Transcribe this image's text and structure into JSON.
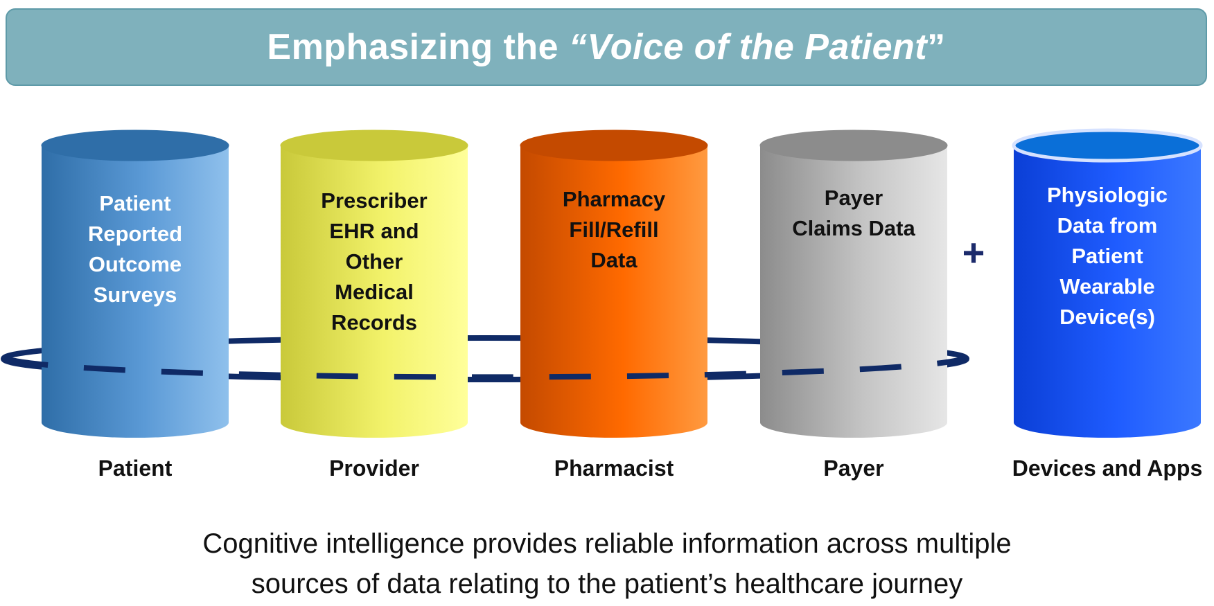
{
  "title": {
    "prefix": "Emphasizing the",
    "quote_open": "“",
    "emphasis": "Voice of the Patient",
    "quote_close": "”"
  },
  "cylinders": [
    {
      "id": "patient",
      "text": "Patient\nReported\nOutcome\nSurveys",
      "label": "Patient",
      "text_color": "#ffffff",
      "colors": [
        "#2f6ea8",
        "#5b9ad6",
        "#8fc0ec"
      ]
    },
    {
      "id": "provider",
      "text": "Prescriber\nEHR and\nOther\nMedical\nRecords",
      "label": "Provider",
      "text_color": "#111111",
      "colors": [
        "#c9c93a",
        "#f2f26a",
        "#ffff9a"
      ]
    },
    {
      "id": "pharmacist",
      "text": "Pharmacy\nFill/Refill\nData",
      "label": "Pharmacist",
      "text_color": "#111111",
      "colors": [
        "#c44a00",
        "#ff6a00",
        "#ff9a40"
      ]
    },
    {
      "id": "payer",
      "text": "Payer\nClaims Data",
      "label": "Payer",
      "text_color": "#111111",
      "colors": [
        "#8c8c8c",
        "#c4c4c4",
        "#e6e6e6"
      ]
    },
    {
      "id": "devices",
      "text": "Physiologic\nData from\nPatient\nWearable\nDevice(s)",
      "label": "Devices and Apps",
      "text_color": "#ffffff",
      "colors": [
        "#0b3fd6",
        "#1f5cff",
        "#3b78ff"
      ]
    }
  ],
  "plus_sign": "+",
  "ring_color": "#0f2a66",
  "caption": {
    "line1": "Cognitive intelligence provides reliable information across multiple",
    "line2": "sources of data relating to the patient’s healthcare journey"
  }
}
